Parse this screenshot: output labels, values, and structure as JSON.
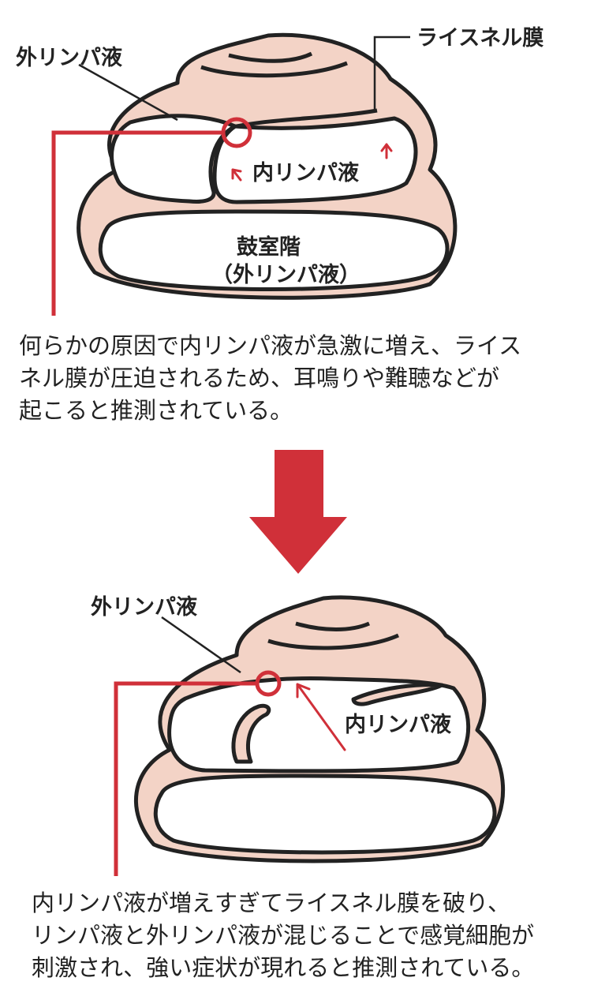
{
  "colors": {
    "tissue_fill": "#f3d3c6",
    "outline": "#222222",
    "accent_red": "#d03039",
    "background": "#ffffff"
  },
  "top_diagram": {
    "label_outer_perilymph": "外リンパ液",
    "label_reissner_membrane": "ライスネル膜",
    "label_endolymph": "内リンパ液",
    "label_scala_tympani": "鼓室階",
    "label_scala_tympani_sub": "（外リンパ液）"
  },
  "caption_top": [
    "何らかの原因で内リンパ液が急激に増え、ライス",
    "ネル膜が圧迫されるため、耳鳴りや難聴などが",
    "起こると推測されている。"
  ],
  "bottom_diagram": {
    "label_outer_perilymph": "外リンパ液",
    "label_endolymph": "内リンパ液"
  },
  "caption_bottom": [
    "内リンパ液が増えすぎてライスネル膜を破り、",
    "リンパ液と外リンパ液が混じることで感覚細胞が",
    "刺激され、強い症状が現れると推測されている。"
  ]
}
